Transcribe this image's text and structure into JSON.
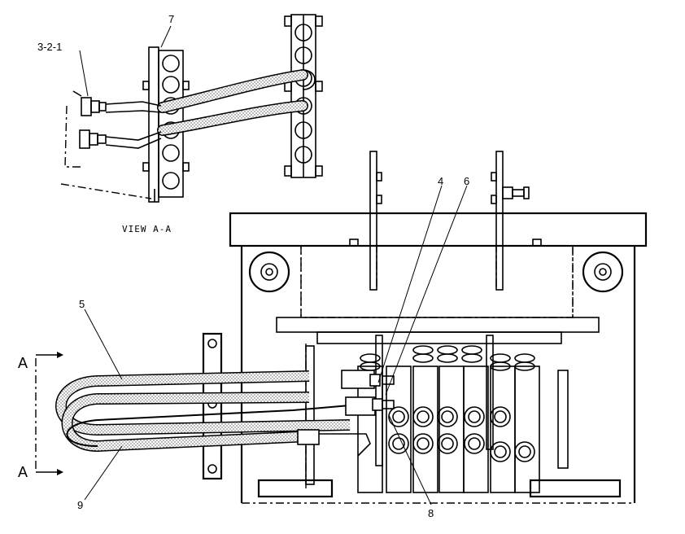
{
  "callouts": {
    "c_321": "3-2-1",
    "c_7": "7",
    "c_4": "4",
    "c_6": "6",
    "c_5": "5",
    "c_9": "9",
    "c_8": "8"
  },
  "view_title": "VIEW A-A",
  "section": {
    "top": "A",
    "bottom": "A"
  },
  "colors": {
    "ink": "#000000",
    "hose_fill": "#bfbfbf",
    "paper": "#ffffff"
  }
}
